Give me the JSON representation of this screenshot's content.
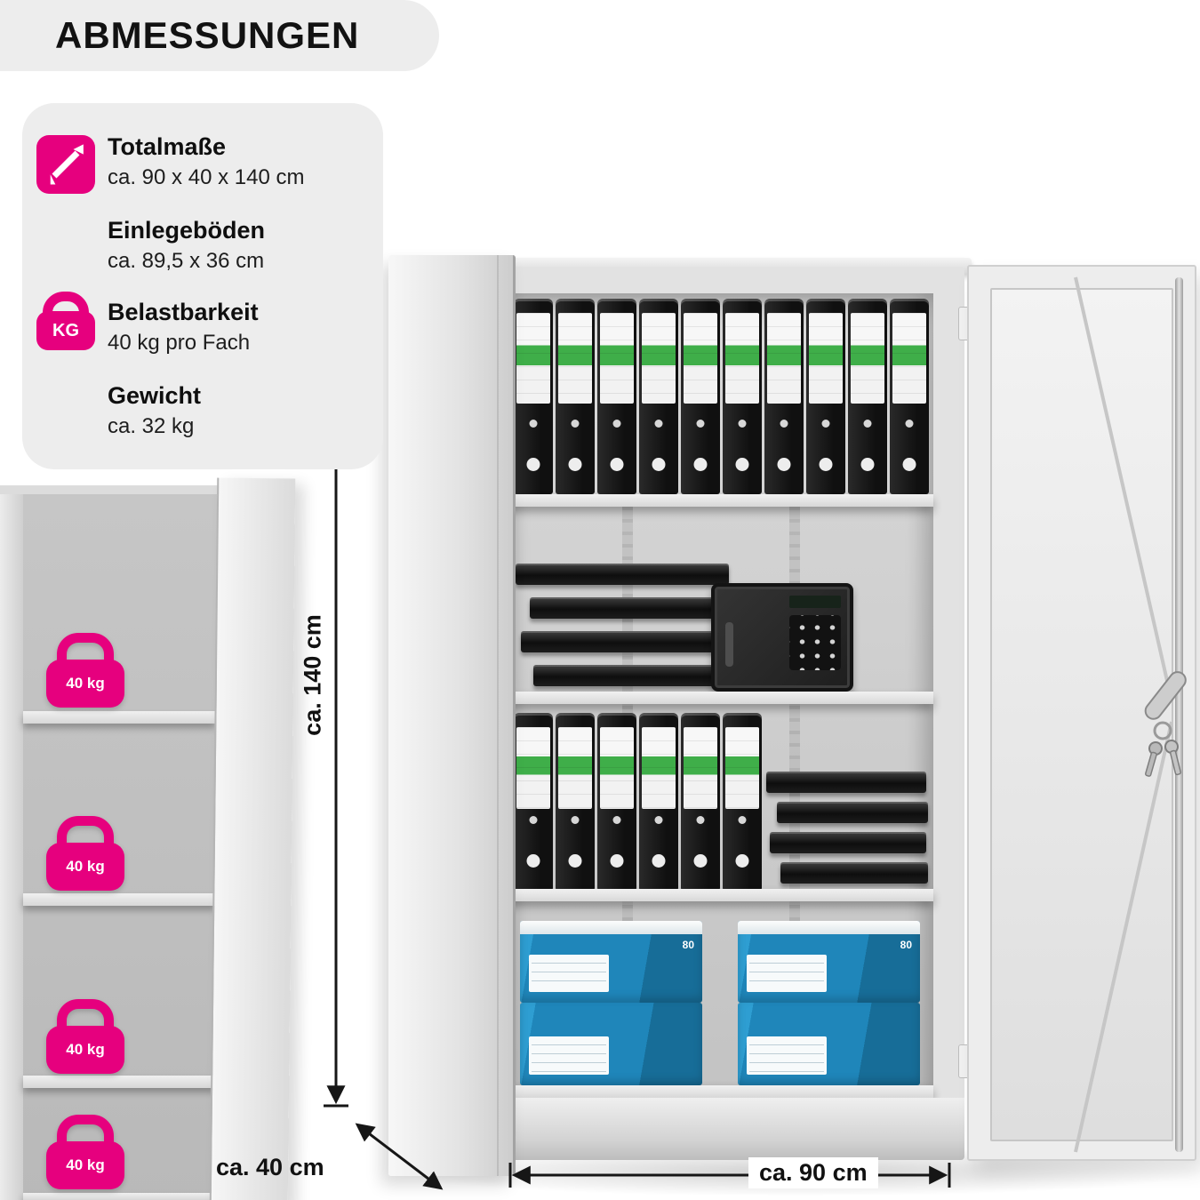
{
  "header": {
    "title": "ABMESSUNGEN"
  },
  "specs": {
    "items": [
      {
        "icon": "dimensions-arrows",
        "label": "Totalmaße",
        "value": "ca. 90 x 40 x 140 cm"
      },
      {
        "icon": "",
        "label": "Einlegeböden",
        "value": "ca. 89,5 x 36 cm"
      },
      {
        "icon": "kettlebell-kg",
        "label": "Belastbarkeit",
        "value": "40 kg pro Fach"
      },
      {
        "icon": "",
        "label": "Gewicht",
        "value": "ca. 32 kg"
      }
    ],
    "kg_text": "KG"
  },
  "left_cabinet": {
    "badges": [
      "40 kg",
      "40 kg",
      "40 kg",
      "40 kg"
    ]
  },
  "dimensions": {
    "height": "ca. 140 cm",
    "depth": "ca. 40 cm",
    "width": "ca. 90 cm"
  },
  "boxes": {
    "badge": "80"
  },
  "colors": {
    "accent_pink": "#e6007e",
    "binder_green": "#3fae49",
    "paper_box_blue": "#1f86ba",
    "panel_gray": "#ededed"
  }
}
